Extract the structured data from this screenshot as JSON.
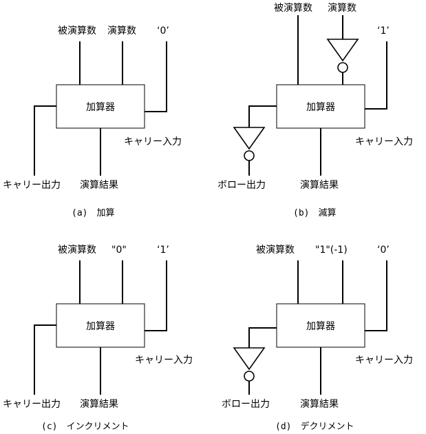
{
  "labels": {
    "operand_a": "被演算数",
    "operand_b": "演算数",
    "adder": "加算器",
    "carry_in": "キャリー入力",
    "carry_out": "キャリー出力",
    "borrow_out": "ボロー出力",
    "result": "演算結果",
    "const_0_quote": "‘0’",
    "const_1_quote": "‘1’",
    "const_0_dq": "\"0\"",
    "const_1_neg": "\"1\"(-1)"
  },
  "captions": {
    "a": "(a)　加算",
    "b": "(b)　減算",
    "c": "(c)　インクリメント",
    "d": "(d)　デクリメント"
  }
}
